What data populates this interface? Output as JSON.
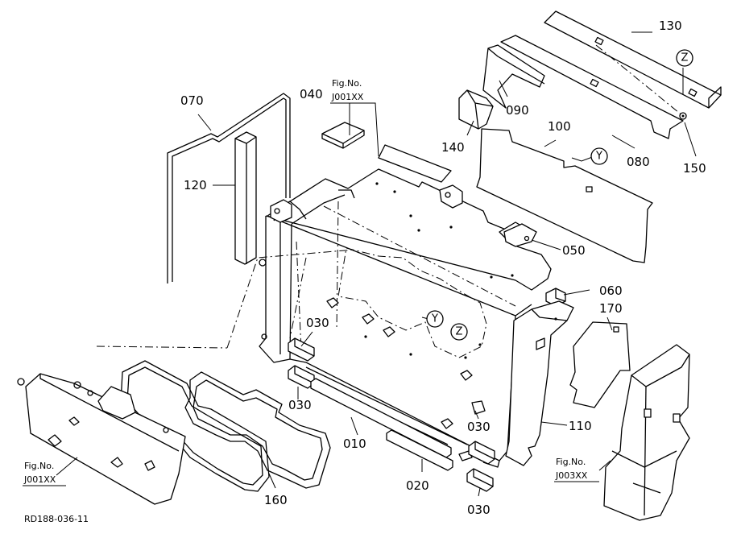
{
  "parts": {
    "p010": "010",
    "p020": "020",
    "p030a": "030",
    "p030b": "030",
    "p030c": "030",
    "p030d": "030",
    "p040": "040",
    "p050": "050",
    "p060": "060",
    "p070": "070",
    "p080": "080",
    "p090": "090",
    "p100": "100",
    "p110": "110",
    "p120": "120",
    "p130": "130",
    "p140": "140",
    "p150": "150",
    "p160": "160",
    "p170": "170"
  },
  "callouts": {
    "y": "Y",
    "z": "Z"
  },
  "fig_refs": {
    "ref1_line1": "Fig.No.",
    "ref1_line2": "J001XX",
    "ref2_line1": "Fig.No.",
    "ref2_line2": "J001XX",
    "ref3_line1": "Fig.No.",
    "ref3_line2": "J003XX"
  },
  "drawing_id": "RD188-036-11"
}
